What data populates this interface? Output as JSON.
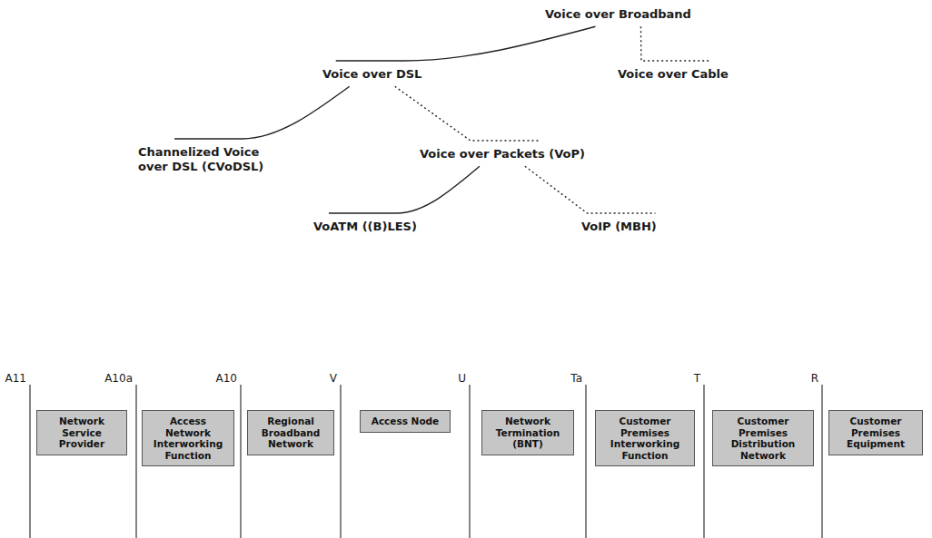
{
  "diagram": {
    "nodes": [
      {
        "text": [
          "Voice over Broadband"
        ]
      },
      {
        "text": [
          "Voice over DSL"
        ]
      },
      {
        "text": [
          "Voice over Cable"
        ]
      },
      {
        "text": [
          "Channelized Voice over DSL (CVoDSL)"
        ]
      },
      {
        "text": [
          "Voice over Packets (VoP)"
        ]
      },
      {
        "text": [
          "VoATM ((B)LES)"
        ]
      },
      {
        "text": [
          "VoIP (MBH)"
        ]
      },
      {
        "text": [
          "Network Service Provider"
        ]
      },
      {
        "text": [
          "Access Network Interworking Function"
        ]
      },
      {
        "text": [
          "Regional Broadband Network"
        ]
      },
      {
        "text": [
          "Access Node"
        ]
      },
      {
        "text": [
          "Network Termination (BNT)"
        ]
      },
      {
        "text": [
          "Customer Premises Interworking Function"
        ]
      },
      {
        "text": [
          "Customer Premises Distribution Network"
        ]
      },
      {
        "text": [
          "Customer Premises Equipment"
        ]
      }
    ],
    "edges": [
      {
        "from": 0,
        "to": 1,
        "arrow": "none"
      },
      {
        "from": 0,
        "to": 2,
        "arrow": "none"
      },
      {
        "from": 1,
        "to": 3,
        "arrow": "none"
      },
      {
        "from": 1,
        "to": 4,
        "arrow": "none"
      },
      {
        "from": 4,
        "to": 5,
        "arrow": "none"
      },
      {
        "from": 4,
        "to": 6,
        "arrow": "none"
      }
    ],
    "labels": [
      "A11",
      "A10a",
      "A10",
      "V",
      "U",
      "Ta",
      "T",
      "R"
    ]
  }
}
